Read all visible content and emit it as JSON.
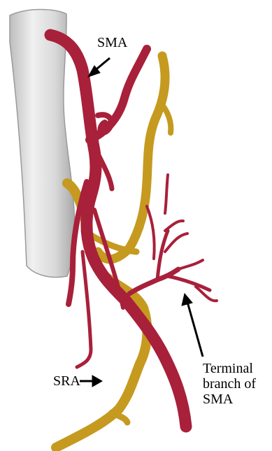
{
  "labels": {
    "sma": "SMA",
    "sra": "SRA",
    "terminal_lines": [
      "Terminal",
      "branch of",
      "SMA"
    ]
  },
  "colors": {
    "background": "#ffffff",
    "bone": "#d6d6d6",
    "artery_red": "#a8203a",
    "vein_gold": "#c59a1f",
    "text": "#000000"
  }
}
